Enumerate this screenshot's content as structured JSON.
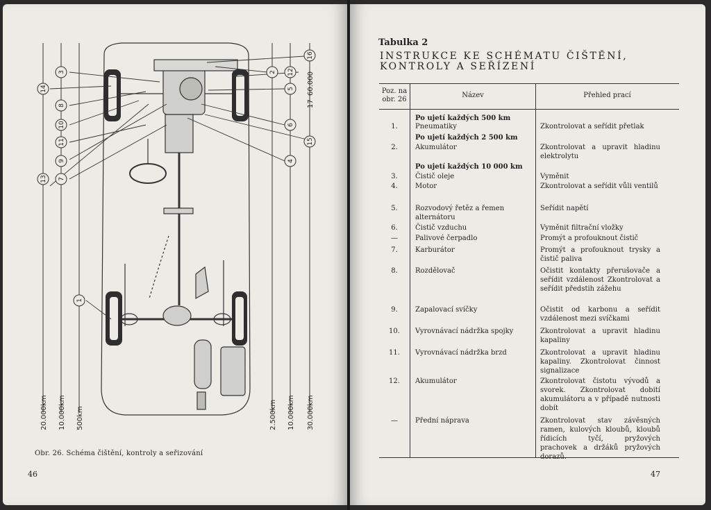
{
  "left_page": {
    "page_number": "46",
    "caption": "Obr. 26. Schéma čištění, kontroly a seřizování",
    "callouts": [
      "1",
      "2",
      "3",
      "4",
      "5",
      "6",
      "7",
      "8",
      "9",
      "10",
      "11",
      "12",
      "13",
      "14",
      "15",
      "16",
      "17"
    ],
    "legend_left": [
      "20.000km",
      "10.000km",
      "500km"
    ],
    "legend_right": [
      "2.500km",
      "10.000km",
      "30.000km"
    ],
    "legend_17": "60.000"
  },
  "right_page": {
    "page_number": "47",
    "table_title": "Tabulka 2",
    "heading_line1": "INSTRUKCE KE SCHÉMATU ČIŠTĚNÍ,",
    "heading_line2": "KONTROLY A SEŘÍZENÍ",
    "columns": {
      "pos": "Poz. na obr. 26",
      "name": "Název",
      "work": "Přehled prací"
    },
    "rows": [
      {
        "num": "",
        "name": "Po ujetí každých 500 km",
        "work": "",
        "heading": true
      },
      {
        "num": "1.",
        "name": "Pneumatiky",
        "work": "Zkontrolovat a seřídit přetlak"
      },
      {
        "num": "",
        "name": "Po ujetí každých 2 500 km",
        "work": "",
        "heading": true
      },
      {
        "num": "2.",
        "name": "Akumulátor",
        "work": "Zkontrolovat a upravit hladinu elektrolytu"
      },
      {
        "num": "",
        "name": "Po ujetí každých 10 000 km",
        "work": "",
        "heading": true
      },
      {
        "num": "3.",
        "name": "Čistič oleje",
        "work": "Vyměnit"
      },
      {
        "num": "4.",
        "name": "Motor",
        "work": "Zkontrolovat a seřídit vůli ventilů"
      },
      {
        "num": "5.",
        "name": "Rozvodový řetěz a řemen alternátoru",
        "work": "Seřídit napětí"
      },
      {
        "num": "6.",
        "name": "Čistič vzduchu",
        "work": "Vyměnit filtrační vložky"
      },
      {
        "num": "—",
        "name": "Palivové čerpadlo",
        "work": "Promýt a profouknout čistič"
      },
      {
        "num": "7.",
        "name": "Karburátor",
        "work": "Promýt a profouknout trysky a čistič paliva"
      },
      {
        "num": "8.",
        "name": "Rozdělovač",
        "work": "Očistit kontakty přerušovače a seřídit vzdálenost Zkontrolovat a seřídit předstih zážehu"
      },
      {
        "num": "9.",
        "name": "Zapalovací svíčky",
        "work": "Očistit od karbonu a seřídit vzdálenost mezi svíčkami"
      },
      {
        "num": "10.",
        "name": "Vyrovnávací nádržka spojky",
        "work": "Zkontrolovat a upravit hladinu kapaliny"
      },
      {
        "num": "11.",
        "name": "Vyrovnávací nádržka brzd",
        "work": "Zkontrolovat a upravit hladinu kapaliny. Zkontrolovat činnost signalizace"
      },
      {
        "num": "12.",
        "name": "Akumulátor",
        "work": "Zkontrolovat čistotu vývodů a svorek. Zkontrolovat dobití akumulátoru a v případě nutnosti dobít"
      },
      {
        "num": "—",
        "name": "Přední náprava",
        "work": "Zkontrolovat stav závěsných ramen, kulových kloubů, kloubů řídicích tyčí, pryžových prachovek a držáků pryžových dorazů."
      }
    ]
  },
  "colors": {
    "paper": "#ecebe6",
    "ink": "#222222"
  }
}
